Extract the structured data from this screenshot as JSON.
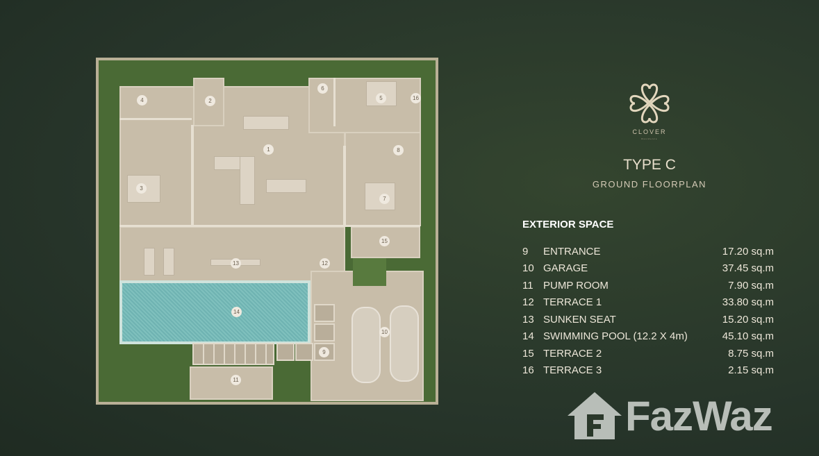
{
  "brand": {
    "name": "CLOVER",
    "tagline": "Residence"
  },
  "heading": {
    "title": "TYPE C",
    "subtitle": "GROUND FLOORPLAN"
  },
  "section_title": "EXTERIOR SPACE",
  "spaces": [
    {
      "no": "9",
      "name": "ENTRANCE",
      "area": "17.20 sq.m"
    },
    {
      "no": "10",
      "name": "GARAGE",
      "area": "37.45 sq.m"
    },
    {
      "no": "11",
      "name": "PUMP ROOM",
      "area": "7.90 sq.m"
    },
    {
      "no": "12",
      "name": "TERRACE 1",
      "area": "33.80 sq.m"
    },
    {
      "no": "13",
      "name": "SUNKEN SEAT",
      "area": "15.20 sq.m"
    },
    {
      "no": "14",
      "name": "SWIMMING POOL (12.2 X 4m)",
      "area": "45.10 sq.m"
    },
    {
      "no": "15",
      "name": "TERRACE 2",
      "area": "8.75 sq.m"
    },
    {
      "no": "16",
      "name": "TERRACE 3",
      "area": "2.15 sq.m"
    }
  ],
  "plan_labels": [
    "1",
    "2",
    "3",
    "4",
    "5",
    "6",
    "7",
    "8",
    "9",
    "10",
    "11",
    "12",
    "13",
    "14",
    "15",
    "16"
  ],
  "watermark": "FazWaz",
  "colors": {
    "background": "#2b3a2a",
    "wall": "#c8bda9",
    "pool": "#7fc0bd",
    "text": "#e6ddc9"
  }
}
